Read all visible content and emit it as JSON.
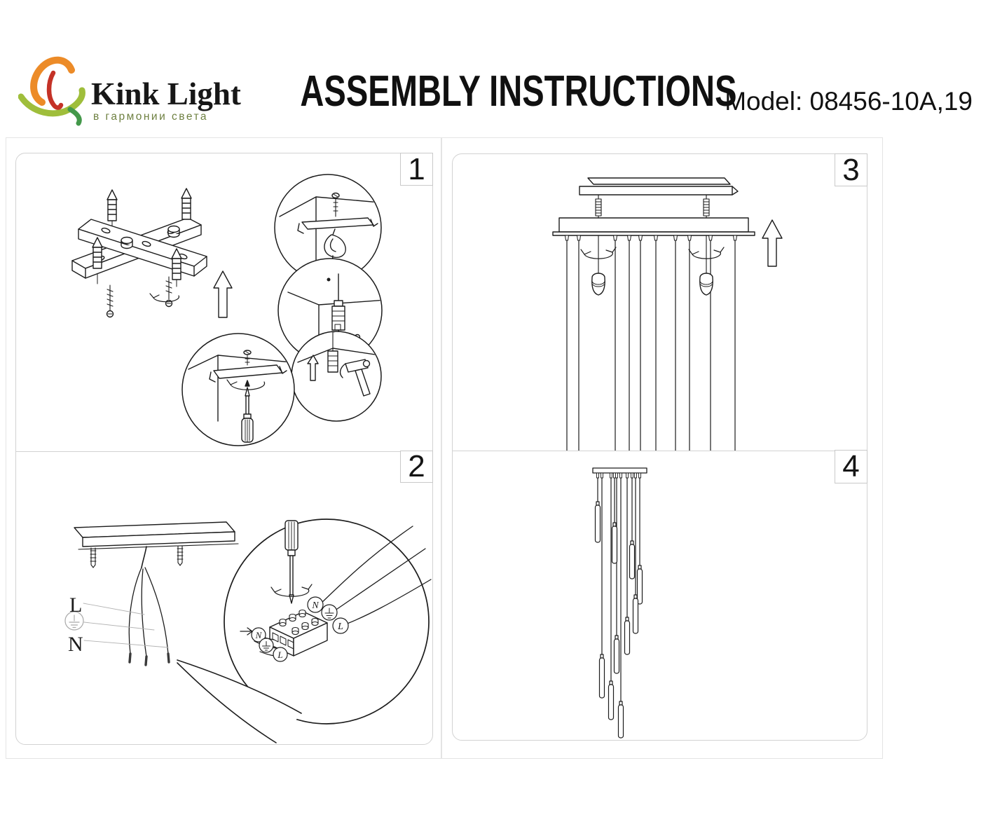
{
  "header": {
    "brand": "Kink Light",
    "tagline": "в гармонии света",
    "title": "ASSEMBLY INSTRUCTIONS",
    "model": "Model: 08456-10A,19"
  },
  "panels": {
    "p1": {
      "number": "1"
    },
    "p2": {
      "number": "2",
      "labels": {
        "live": "L",
        "neutral": "N"
      },
      "callout": {
        "wire_labels_right": [
          "N",
          "L"
        ],
        "wire_labels_left": [
          "N",
          "L"
        ]
      }
    },
    "p3": {
      "number": "3"
    },
    "p4": {
      "number": "4"
    }
  },
  "colors": {
    "line": "#1c1c1c",
    "panel_border": "#d2d2d2",
    "outer_border": "#e4e4e4",
    "tagline_green": "#6e8041",
    "logo_orange": "#ec8b28",
    "logo_green": "#9fbe3b",
    "logo_dark_green": "#43984a",
    "logo_red": "#c43227"
  }
}
